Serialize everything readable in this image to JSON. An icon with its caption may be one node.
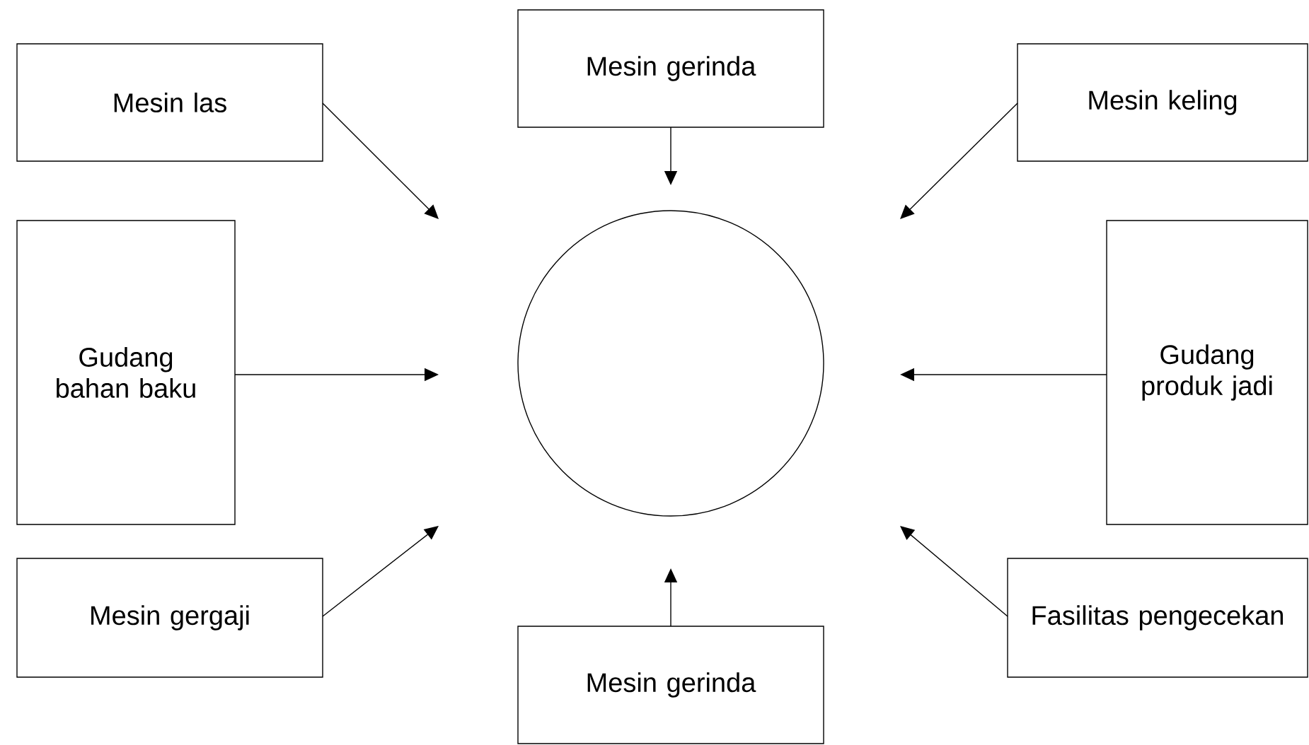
{
  "diagram": {
    "nodes": [
      {
        "text": [
          "Mesin las"
        ]
      },
      {
        "text": [
          "Mesin gerinda"
        ]
      },
      {
        "text": [
          "Mesin keling"
        ]
      },
      {
        "text": [
          "Gudang bahan baku"
        ]
      },
      {
        "text": [],
        "shape": "circle"
      },
      {
        "text": [
          "Gudang produk jadi"
        ]
      },
      {
        "text": [
          "Mesin gergaji"
        ]
      },
      {
        "text": [
          "Mesin gerinda"
        ]
      },
      {
        "text": [
          "Fasilitas pengecekan"
        ]
      }
    ],
    "edges": [
      {
        "from": 0,
        "to": null,
        "arrow": "to"
      },
      {
        "from": 1,
        "to": null,
        "arrow": "to"
      },
      {
        "from": 2,
        "to": null,
        "arrow": "to"
      },
      {
        "from": 3,
        "to": null,
        "arrow": "to"
      },
      {
        "from": 5,
        "to": null,
        "arrow": "to"
      },
      {
        "from": 6,
        "to": null,
        "arrow": "to"
      },
      {
        "from": 7,
        "to": null,
        "arrow": "to"
      },
      {
        "from": 8,
        "to": null,
        "arrow": "to"
      }
    ]
  }
}
